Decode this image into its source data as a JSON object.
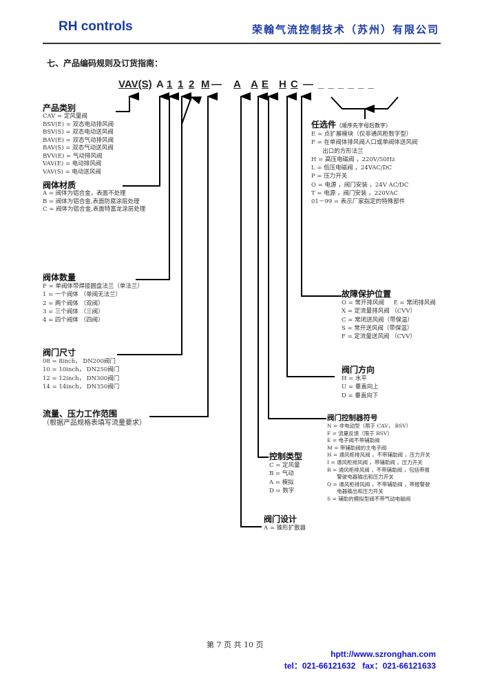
{
  "header": {
    "brand": "RH controls",
    "company": "荣翰气流控制技术（苏州）有限公司"
  },
  "section_title": "七、产品编码规则及订货指南：",
  "code": {
    "model": "VAV(S)",
    "material": "A",
    "qty": "1",
    "size1": "1",
    "size2": "2",
    "flow": "M",
    "dash1": "—",
    "design": "A",
    "ctrl_type": "A",
    "controller": "E",
    "direction": "H",
    "failsafe": "C",
    "dash2": "—",
    "options": "_ _ _ _ _ _"
  },
  "groups": {
    "product": {
      "title": "产品类别",
      "items": [
        "CAV = 定风量阀",
        "BSV(E) = 双态电动排风阀",
        "BSV(S) = 双态电动送风阀",
        "BAV(E) = 双态气动排风阀",
        "BAV(S) = 双态气动送风阀",
        "BVV(E) = 气动排风阀",
        "VAV(E) = 电动排风阀",
        "VAV(S) = 电动送风阀"
      ]
    },
    "material": {
      "title": "阀体材质",
      "items": [
        "A = 阀体为铝合金，表面不处理",
        "B = 阀体为铝合金,表面防腐涂层处理",
        "C = 阀体为铝合金,表面特富龙涂层处理"
      ]
    },
    "quantity": {
      "title": "阀体数量",
      "items": [
        "F = 单阀体带焊接圆盘法兰（单法兰）",
        "1 = 一个阀体 （单阀无法兰）",
        "2 = 两个阀体 （双阀）",
        "3 = 三个阀体 （三阀）",
        "4 = 四个阀体 （四阀）"
      ]
    },
    "size": {
      "title": "阀门尺寸",
      "items": [
        "08 = 8inch， DN200阀门",
        "10 = 10inch， DN250阀门",
        "12 = 12inch， DN300阀门",
        "14 = 14inch， DN350阀门"
      ]
    },
    "flow": {
      "title": "流量、压力工作范围",
      "items": [
        "（根据产品规格表填写流量要求）"
      ]
    },
    "options": {
      "title": "任选件",
      "subtitle": "（顺序先字母后数字）",
      "items": [
        "E = 点扩展模块（仅非通风柜数字型）",
        "F = 在单阀体排风阀人口或单阀体送风阀",
        "      出口的方形法兰",
        "H =  高压电磁阀 ，220V/50Hz",
        "L =  低压电磁阀 ，24VAC/DC",
        "P = 压力开关",
        "O = 电源 ，阀门安装 ，24V  AC/DC",
        "T = 电源 ，阀门安装 ，220VAC",
        "01－99 = 表示厂家指定的特殊部件"
      ]
    },
    "failsafe": {
      "title": "故障保护位置",
      "items": [
        "O = 常开排风阀     E = 常闭排风阀",
        "X = 定流量排风阀 （CVV）",
        "C = 常闭送风阀（带保温）",
        "S = 常开送风阀（带保温）",
        "F = 定流量送风阀 （CVV）"
      ]
    },
    "direction": {
      "title": "阀门方向",
      "items": [
        "H = 水平",
        "U = 垂直向上",
        "D = 垂直向下"
      ]
    },
    "controller": {
      "title": "阀门控制器符号",
      "items": [
        "N = 非电动型（限于 CAV， BSV）",
        "F = 流量反馈（限于 BSV）",
        "E = 电子阀不带辅助阀",
        "M = 带辅助阀的主电子阀",
        "H = 通风柜排风阀 ，不带辅助阀 ，压力开关",
        "I =  通风柜排风阀 ，带辅助阀 ，压力开关",
        "R = 通风柜排风阀 ，不带辅助阀 ，包括带报",
        "      警驶电器输出和压力开关",
        "Q = 通风柜排风阀 ，不带辅助阀 ，带报警驶",
        "      电器输出和压力开关",
        "S = 辅助的模拟型阀不带气动电磁阀"
      ]
    },
    "control_type": {
      "title": "控制类型",
      "items": [
        "C = 定风量",
        "B = 气动",
        "A = 模拟",
        "D = 数字"
      ]
    },
    "design": {
      "title": "阀门设计",
      "items": [
        "A = 锥形扩散器"
      ]
    }
  },
  "footer": {
    "page": "第 7 页 共 10 页",
    "url": "hptt://www.szronghan.com",
    "contact": "tel：021-66121632   fax：021-66121633"
  }
}
